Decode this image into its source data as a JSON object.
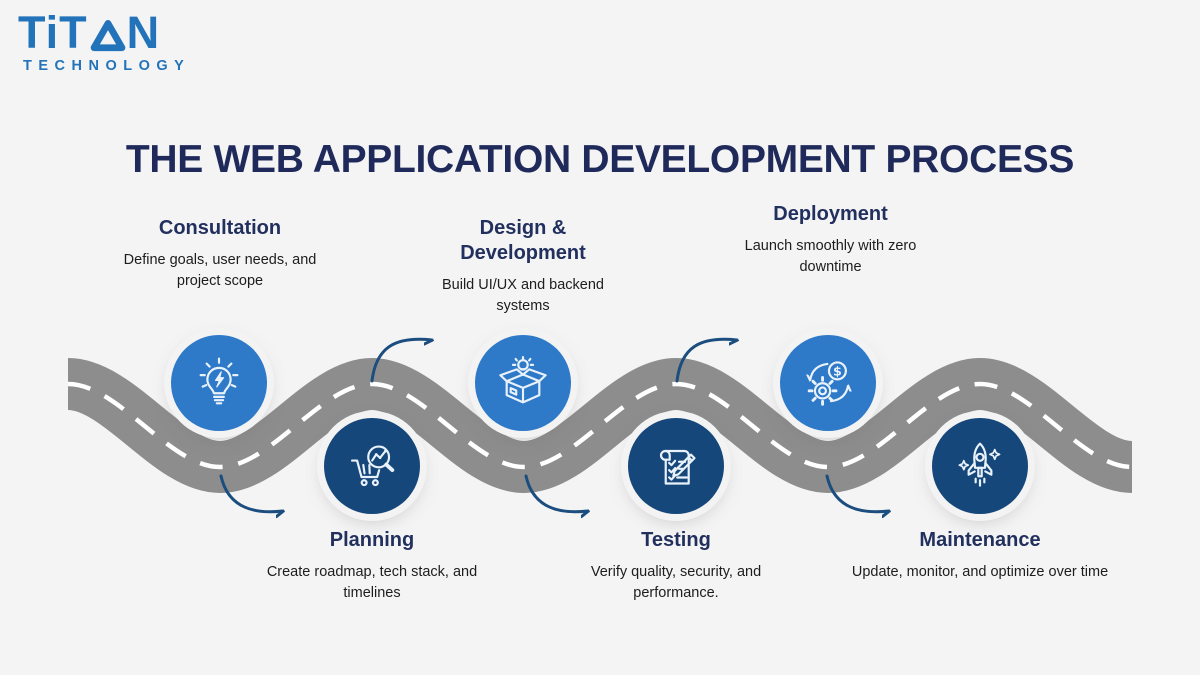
{
  "logo": {
    "brand_left": "TiT",
    "brand_right": "N",
    "brand_full": "TiTAN",
    "subtitle": "TECHNOLOGY"
  },
  "title": "THE WEB APPLICATION DEVELOPMENT PROCESS",
  "stages": [
    {
      "id": "consultation",
      "label": "Consultation",
      "description": "Define goals, user needs, and project scope",
      "icon": "lightbulb-bolt-icon",
      "position": "top"
    },
    {
      "id": "planning",
      "label": "Planning",
      "description": "Create roadmap, tech stack, and timelines",
      "icon": "cart-magnifier-icon",
      "position": "bottom"
    },
    {
      "id": "design-development",
      "label": "Design & Development",
      "description": "Build UI/UX and backend systems",
      "icon": "open-box-idea-icon",
      "position": "top"
    },
    {
      "id": "testing",
      "label": "Testing",
      "description": "Verify quality, security, and performance.",
      "icon": "checklist-pencil-icon",
      "position": "bottom"
    },
    {
      "id": "deployment",
      "label": "Deployment",
      "description": "Launch smoothly with zero downtime",
      "icon": "gear-dollar-cycle-icon",
      "position": "top"
    },
    {
      "id": "maintenance",
      "label": "Maintenance",
      "description": "Update, monitor, and optimize over time",
      "icon": "rocket-icon",
      "position": "bottom"
    }
  ],
  "colors": {
    "background": "#f4f4f5",
    "title_navy": "#1f2a5b",
    "logo_blue": "#2273b9",
    "road_gray": "#8d8d8d",
    "road_dash_white": "#ffffff",
    "stage_light_blue": "#2e7ac8",
    "stage_dark_navy": "#16477a",
    "arrow_navy": "#1b4d7e",
    "icon_stroke": "#e9f2fb"
  }
}
